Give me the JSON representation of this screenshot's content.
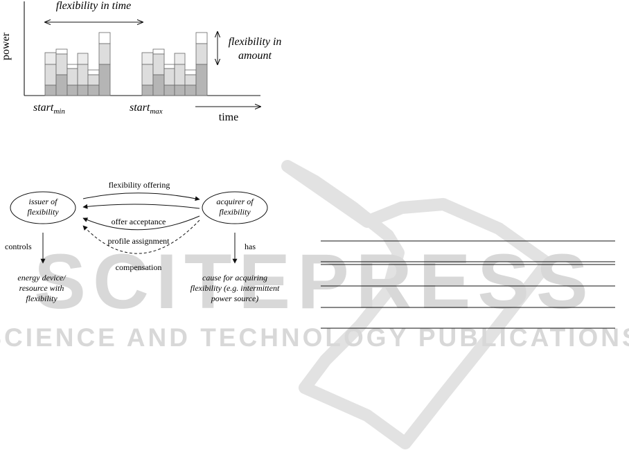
{
  "flex_chart": {
    "y_axis_label": "power",
    "x_axis_label": "time",
    "flexibility_in_time": "flexibility in time",
    "flexibility_in_amount_line1": "flexibility in",
    "flexibility_in_amount_line2": "amount",
    "start_min": "start",
    "start_min_sub": "min",
    "start_max": "start",
    "start_max_sub": "max"
  },
  "roles_diagram": {
    "issuer_line1": "issuer of",
    "issuer_line2": "flexibility",
    "acquirer_line1": "acquirer of",
    "acquirer_line2": "flexibility",
    "flexibility_offering": "flexibility offering",
    "offer_acceptance": "offer acceptance",
    "profile_assignment": "profile assignment",
    "compensation": "compensation",
    "controls": "controls",
    "has": "has",
    "device_line1": "energy device/",
    "device_line2": "resource with",
    "device_line3": "flexibility",
    "cause_line1": "cause for acquiring",
    "cause_line2": "flexibility (e.g. intermittent",
    "cause_line3": "power source)"
  },
  "watermark": {
    "line1": "SCITEPRESS",
    "line2": "SCIENCE AND TECHNOLOGY PUBLICATIONS",
    "color": "#d0d0d0"
  }
}
